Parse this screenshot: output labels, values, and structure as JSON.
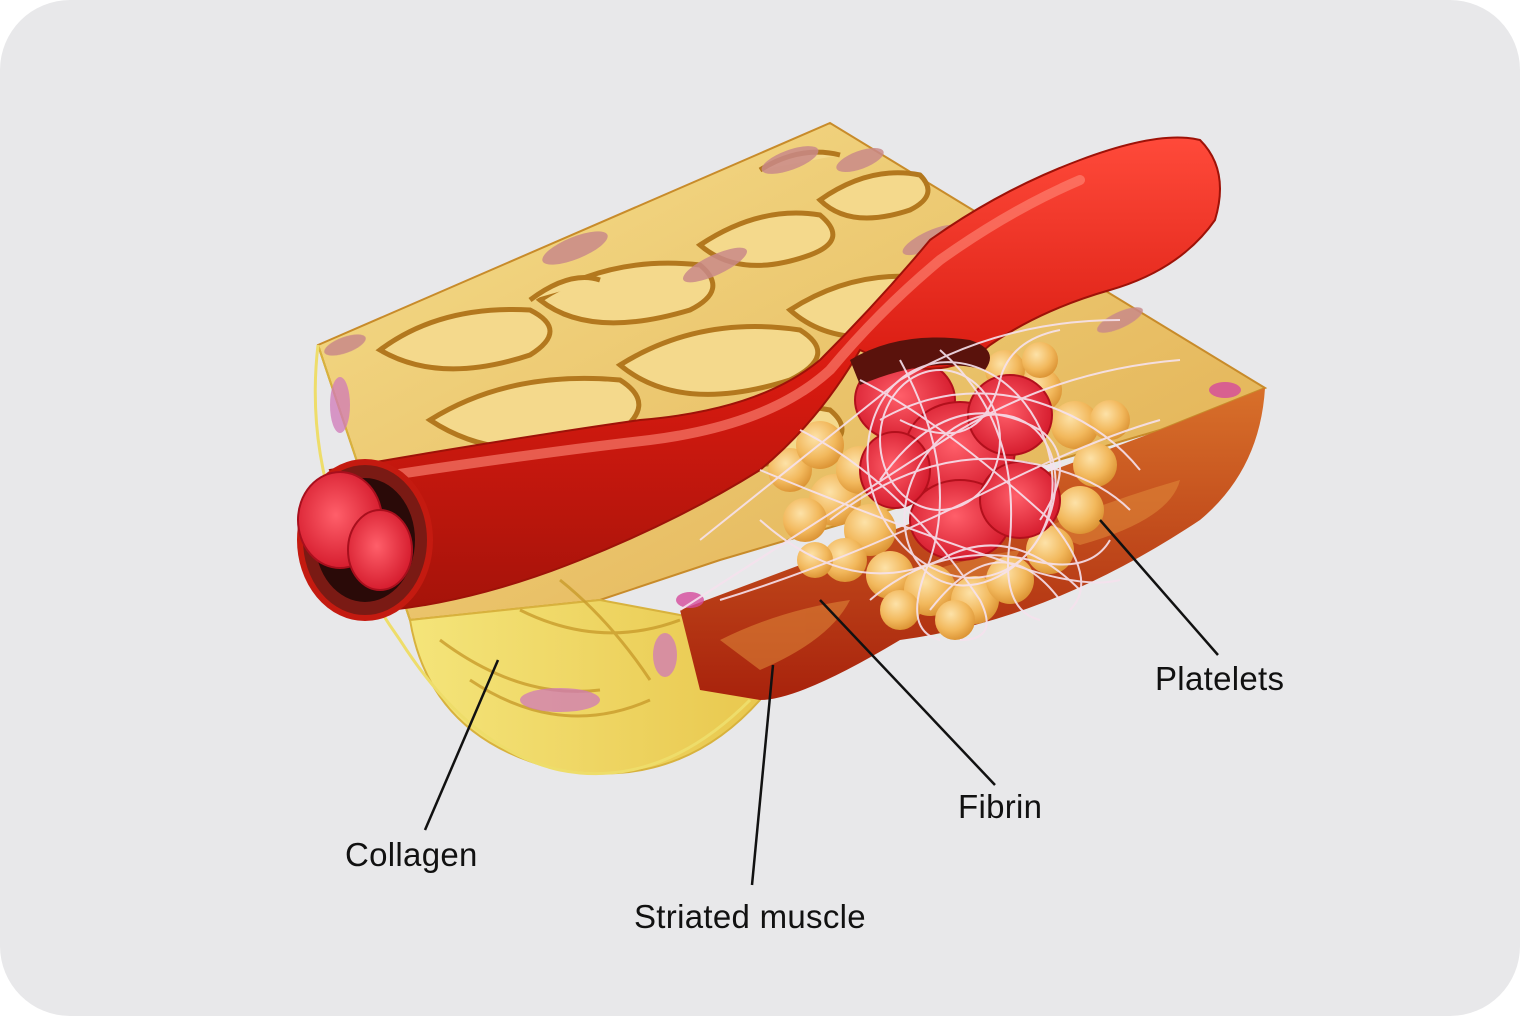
{
  "labels": {
    "collagen": "Collagen",
    "striated_muscle": "Striated muscle",
    "fibrin": "Fibrin",
    "platelets": "Platelets"
  },
  "colors": {
    "background": "#e8e8ea",
    "collagen_yellow": "#f2e27a",
    "muscle_red": "#b8260f",
    "vessel_red": "#d91a10",
    "cell_fill": "#f3d586",
    "cell_outline": "#b07a1c",
    "platelet_orange": "#f1b55a",
    "fibrin_white": "#f6e6ef"
  }
}
